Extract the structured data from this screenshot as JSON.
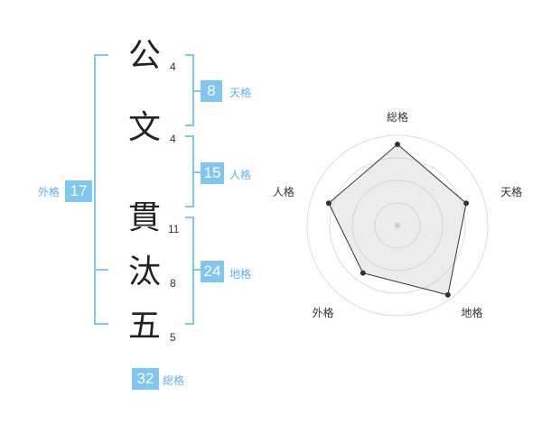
{
  "name": {
    "chars": [
      {
        "char": "公",
        "strokes": "4"
      },
      {
        "char": "文",
        "strokes": "4"
      },
      {
        "char": "貫",
        "strokes": "11"
      },
      {
        "char": "汰",
        "strokes": "8"
      },
      {
        "char": "五",
        "strokes": "5"
      }
    ]
  },
  "fortunes": {
    "ten": {
      "label": "天格",
      "value": "8"
    },
    "jin": {
      "label": "人格",
      "value": "15"
    },
    "chi": {
      "label": "地格",
      "value": "24"
    },
    "gai": {
      "label": "外格",
      "value": "17"
    },
    "so": {
      "label": "総格",
      "value": "32"
    }
  },
  "colors": {
    "accent": "#7fc6f0",
    "text": "#222222"
  },
  "chart_data": {
    "type": "radar",
    "axes": [
      "総格",
      "天格",
      "地格",
      "外格",
      "人格"
    ],
    "values": [
      0.9,
      0.8,
      0.95,
      0.65,
      0.8
    ],
    "rings": 4
  }
}
